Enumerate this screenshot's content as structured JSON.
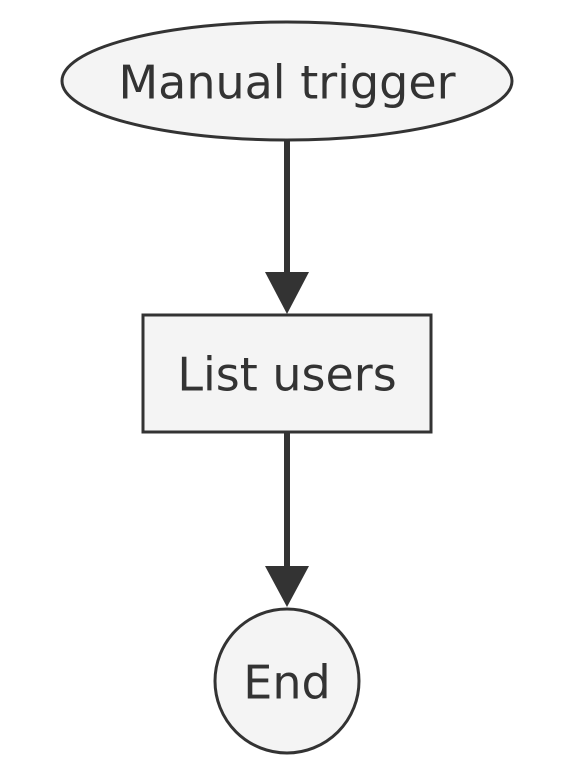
{
  "diagram": {
    "type": "flowchart",
    "direction": "top-to-bottom",
    "colors": {
      "node_fill": "#f4f4f4",
      "node_stroke": "#333333",
      "edge": "#333333",
      "text": "#333333"
    },
    "nodes": {
      "start": {
        "label": "Manual trigger",
        "shape": "ellipse"
      },
      "list_users": {
        "label": "List users",
        "shape": "rectangle"
      },
      "end": {
        "label": "End",
        "shape": "circle"
      }
    },
    "edges": [
      {
        "from": "start",
        "to": "list_users"
      },
      {
        "from": "list_users",
        "to": "end"
      }
    ]
  }
}
